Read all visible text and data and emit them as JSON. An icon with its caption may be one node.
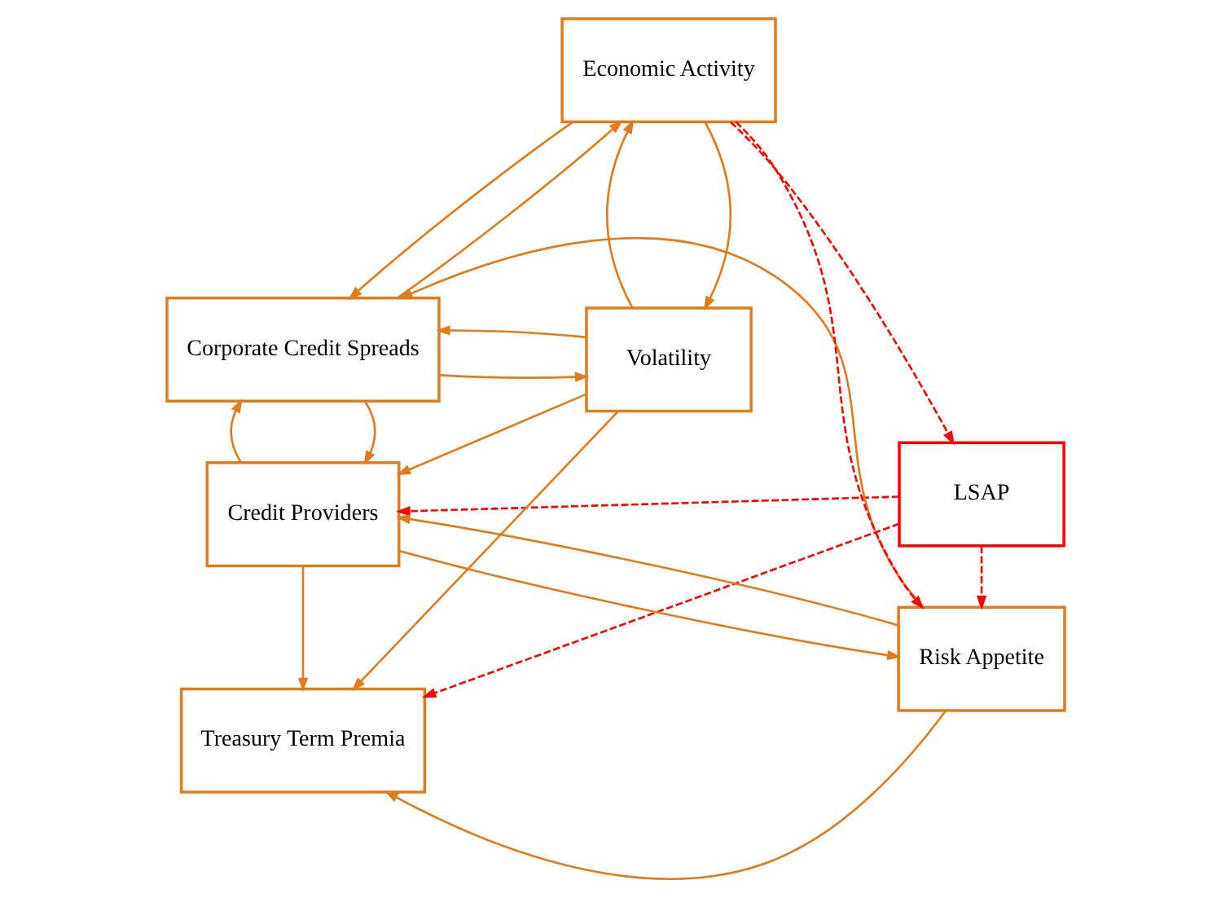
{
  "diagram": {
    "nodes": [
      {
        "text": [
          "Treasury Term Premia"
        ]
      },
      {
        "text": [
          "LSAP"
        ]
      },
      {
        "text": [
          "Credit Providers"
        ]
      },
      {
        "text": [
          "Risk Appetite"
        ]
      },
      {
        "text": [
          "Volatility"
        ]
      },
      {
        "text": [
          "Corporate Credit Spreads"
        ]
      },
      {
        "text": [
          "Economic Activity"
        ]
      }
    ],
    "edges": [
      {
        "from": 1,
        "to": 0,
        "arrow": "to",
        "style": "dashed",
        "color": "#ff0000"
      },
      {
        "from": 1,
        "to": 2,
        "arrow": "to",
        "style": "dashed",
        "color": "#ff0000"
      },
      {
        "from": 1,
        "to": 3,
        "arrow": "to",
        "style": "dashed",
        "color": "#ff0000"
      },
      {
        "from": 3,
        "to": 0,
        "arrow": "to"
      },
      {
        "from": 3,
        "to": 2,
        "arrow": "to"
      },
      {
        "from": 2,
        "to": 3,
        "arrow": "to"
      },
      {
        "from": 3,
        "to": 5,
        "arrow": "to"
      },
      {
        "from": 2,
        "to": 0,
        "arrow": "to"
      },
      {
        "from": 5,
        "to": 2,
        "arrow": "to"
      },
      {
        "from": 2,
        "to": 5,
        "arrow": "to"
      },
      {
        "from": 4,
        "to": 0,
        "arrow": "to"
      },
      {
        "from": 4,
        "to": 2,
        "arrow": "to"
      },
      {
        "from": 5,
        "to": 4,
        "arrow": "to"
      },
      {
        "from": 4,
        "to": 5,
        "arrow": "to"
      },
      {
        "from": 5,
        "to": 6,
        "arrow": "to"
      },
      {
        "from": 6,
        "to": 5,
        "arrow": "to"
      },
      {
        "from": 6,
        "to": 4,
        "arrow": "to"
      },
      {
        "from": 4,
        "to": 6,
        "arrow": "to"
      },
      {
        "from": 6,
        "to": 1,
        "arrow": "to",
        "style": "dashed",
        "color": "#ff0000"
      },
      {
        "from": 6,
        "to": 3,
        "arrow": "to",
        "style": "dashed",
        "color": "#ff0000"
      }
    ]
  }
}
